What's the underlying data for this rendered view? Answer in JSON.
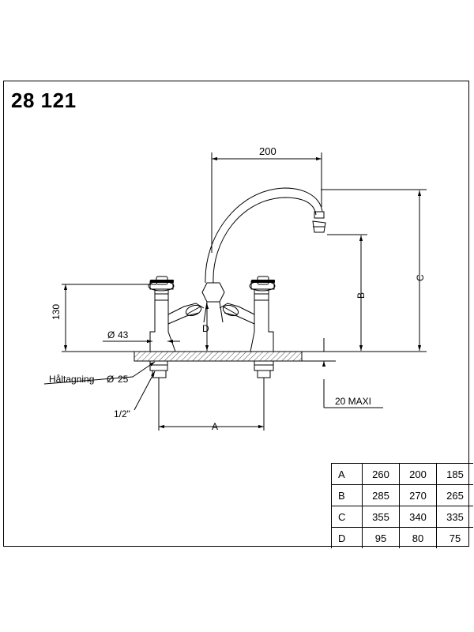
{
  "model_number": "28 121",
  "dimension_labels": {
    "spout_reach": "200",
    "height_handle": "130",
    "base_diameter": "43",
    "hole_label": "Håltagning",
    "hole_diameter": "25",
    "thread_size": "1/2\"",
    "thickness_max": "20 MAXI",
    "label_a": "A",
    "label_b": "B",
    "label_c": "C",
    "label_d": "D",
    "diameter_symbol": "Ø"
  },
  "dimension_table": {
    "rows": [
      {
        "label": "A",
        "values": [
          "260",
          "200",
          "185"
        ]
      },
      {
        "label": "B",
        "values": [
          "285",
          "270",
          "265"
        ]
      },
      {
        "label": "C",
        "values": [
          "355",
          "340",
          "335"
        ]
      },
      {
        "label": "D",
        "values": [
          "95",
          "80",
          "75"
        ]
      }
    ]
  }
}
